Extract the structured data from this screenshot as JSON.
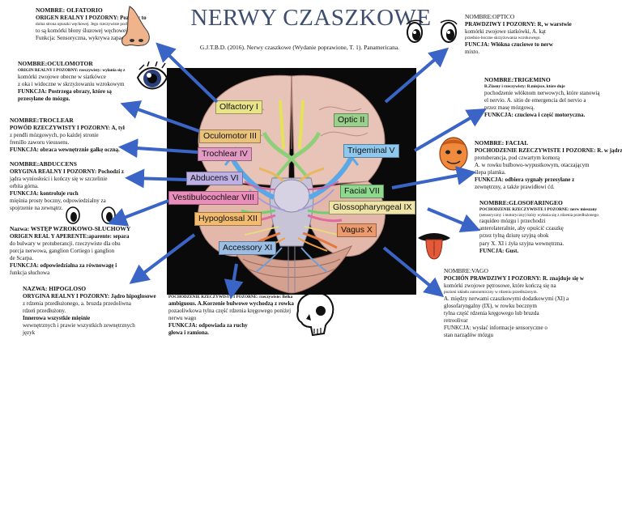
{
  "title": "NERWY CZASZKOWE",
  "citation": "G.J.T.B.D. (2016). Nerwy czaszkowe (Wydanie poprawione, T. 1). Panamericana.",
  "colors": {
    "title": "#3e4e6e",
    "arrow": "#3a64c6"
  },
  "blocks": {
    "olfatorio": [
      "NOMBRE: OLFATORIO",
      "ORIGEN REALNY I POZORNY: Pozorny to",
      "dolna strona opuszki węchowej. Jego rzeczywiste pochodzenie",
      "to są komórki błony śluzowej węchowej.",
      "Funkcja: Sensoryczna, wykrywa zapachy."
    ],
    "oculomotor": [
      "NOMBRE:OCULOMOTOR",
      "ORIGIN REALNY I POZORNY: rzeczywisty: wyłania się z",
      "komórki zwojowe obecne w siatkówce",
      "z oka i widoczne w skrzyżowaniu wzrokowym",
      "FUNKCJA: Postrzega obrazy, które są",
      "przesyłane do mózgu."
    ],
    "troclear": [
      "NOMBRE:TROCLEAR",
      "POWÓD RZECZYWISTY I POZORNY: A, tył",
      "z pendli mózgowych, po każdej stronie",
      "frenillo zaworu vieussens.",
      "FUNKCJA: obraca wewnętrznie gałkę oczną."
    ],
    "abducens": [
      "NOMBRE:ABDUCCENS",
      "ORYGINA REALNY I POZORNY: Pochodzi z",
      "jądra wyniosłości i kończy się w szczelinie",
      "orbita górna.",
      "FUNKCJA: kontroluje ruch",
      "mięśnia prosty boczny, odpowiedzialny za",
      "spojrzenie na zewnątrz."
    ],
    "vestibulo": [
      "Nazwa: WSTĘP WZROKOWO-SŁUCHOWY",
      "ORIGEN REAL Y APERENTE:aparente: separa",
      "do bulwary w protuberancji. rzeczywiste dla obu",
      "porcja nerwowa, ganglion Cortiego i ganglion",
      "de Scarpa.",
      "FUNKCJA: odpowiedzialna za równowagę i",
      "funkcja słuchowa"
    ],
    "hipogloso": [
      "NAZWA: HIPOGLOSO",
      "ORYGINA REALNY I POZORNY: Jądro hipoglosowe",
      "z rdzenia przedłużonego, a. bruzda przedoliwna",
      "rdzeń przedłużony.",
      "Innerowa wszystkie mięśnie",
      "wewnętrznych i prawie wszystkich zewnętrznych",
      "język"
    ],
    "accessory": [
      "POCHODZENIE RZECZYWISTE I POZORNE: rzeczywiste: Belka",
      "ambiguous. A.Korzenie bulwowe wychodzą z rowka",
      "pozaoliwkowa tylna część rdzenia kręgowego poniżej",
      "nerwu wago",
      "FUNKCJA: odpowiada za ruchy",
      "głowa i ramiona."
    ],
    "optico": [
      "NOMBRE:OPTICO",
      "PRAWDZIWY I POZORNY: R, w warstwie",
      "komórki zwojowe siatkówki, A. kąt",
      "przednio-boczne skrzyżowania wzrokowego.",
      "FUNCJA: Włókna czuciowe to nerw",
      "mixto."
    ],
    "trigemino": [
      "NOMBRE:TRIGEMINO",
      "R.Zlasny i rzeczywisty: R.miejsce, które duje",
      "pochodzenie włóknom nerwowych, które stanowią",
      "el nervio. A. sitio de emergencia del nervio a",
      "przez masę mózgową.",
      "FUNKCJA: czuciowa i część motoryczna."
    ],
    "facial": [
      "NOMBRE: FACIAL",
      "POCHODZENIE RZECZYWISTE I POZORNE: R. w jądrze",
      "protuberancja, pod czwartym komorą",
      "A. w rowku bulbowo-wypustkowym, otaczającym",
      "ślepa plamka.",
      "FUNKCJA: odbiera sygnały przesyłane z",
      "zewnętrzny, a także prawidłowi ćd."
    ],
    "glosofaringeo": [
      "NOMBRE:GLOSOFARINGEO",
      "POCHODZENIE RZECZYWISTE I POZORNE: nerw mieszany",
      "(sensoryczny i motoryczny) który wyłania się z rdzenia przedłużonego",
      "raquídeo mózgu i przechodzi",
      "anterolateralnie, aby opuścić czaszkę",
      "przez tylną dziurę szyjną obok",
      "pary X. XI i żyła szyjna wewnętrzna.",
      "FUNCJA: Gust."
    ],
    "vago": [
      "NOMBRE:VAGO",
      "POCHÓN PRAWDZIWY I POZORNY: R. znajduje się w",
      "komórki zwojowe pętrosowe, które kończą się na",
      "pozioni układu autonomiczny w rdzeniu przedłużonym.",
      "A. między nerwami czaszkowymi dodatkowymi (XI) a",
      "glosofaryngalny (IX), w rowku bocznym",
      "tylna część rdzenia kręgowego lub bruzda",
      "retroolivar",
      "FUNKCJA: wysłać informacje sensoryczne o",
      "stan narządów mózgu"
    ]
  },
  "nerve_labels": {
    "olfactory": "Olfactory I",
    "optic": "Optic II",
    "oculomotor": "Oculomotor III",
    "trochlear": "Trochlear IV",
    "trigeminal": "Trigeminal V",
    "abducens": "Abducens VI",
    "facial": "Facial VII",
    "vestibulocochlear": "Vestibulocochlear VIII",
    "glossopharyngeal": "Glossopharyngeal IX",
    "vagus": "Vagus X",
    "hypoglossal": "Hypoglossal XII",
    "accessory": "Accessory XI"
  }
}
